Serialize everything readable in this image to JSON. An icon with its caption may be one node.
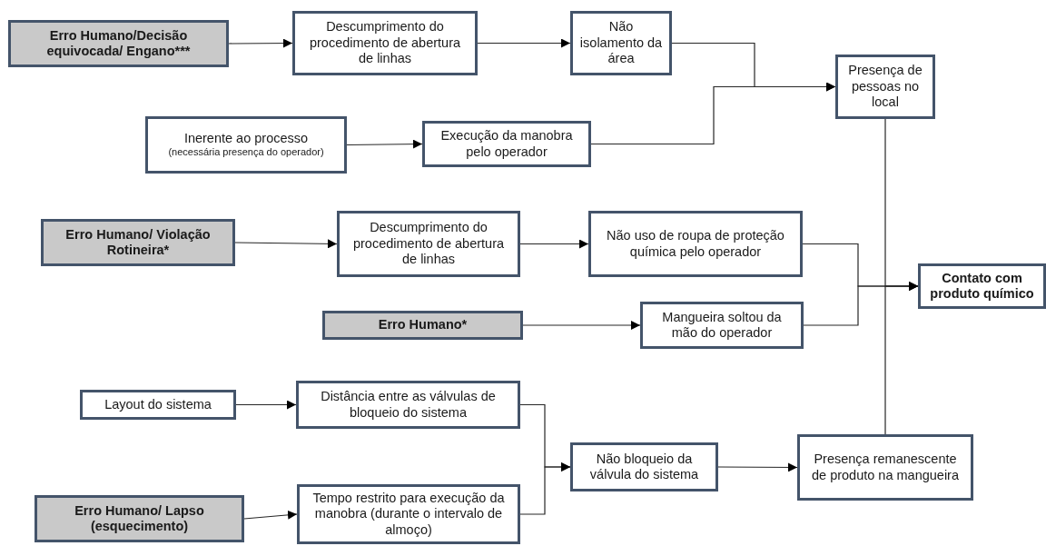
{
  "diagram": {
    "nodes": [
      {
        "text": [
          "Erro Humano/Decisão equivocada/ Engano***"
        ]
      },
      {
        "text": [
          "Descumprimento do procedimento de abertura de linhas"
        ]
      },
      {
        "text": [
          "Não isolamento da área"
        ]
      },
      {
        "text": [
          "Presença de pessoas no local"
        ]
      },
      {
        "text": [
          "Inerente ao processo",
          "(necessária presença do operador)"
        ]
      },
      {
        "text": [
          "Execução da manobra pelo operador"
        ]
      },
      {
        "text": [
          "Erro Humano/ Violação Rotineira*"
        ]
      },
      {
        "text": [
          "Descumprimento do procedimento de abertura de linhas"
        ]
      },
      {
        "text": [
          "Não uso de roupa de proteção química pelo operador"
        ]
      },
      {
        "text": [
          "Contato com produto químico"
        ]
      },
      {
        "text": [
          "Erro Humano*"
        ]
      },
      {
        "text": [
          "Mangueira soltou da mão do operador"
        ]
      },
      {
        "text": [
          "Layout do sistema"
        ]
      },
      {
        "text": [
          "Distância entre as válvulas de bloqueio do sistema"
        ]
      },
      {
        "text": [
          "Não bloqueio da válvula do sistema"
        ]
      },
      {
        "text": [
          "Presença remanescente de produto na mangueira"
        ]
      },
      {
        "text": [
          "Erro Humano/ Lapso (esquecimento)"
        ]
      },
      {
        "text": [
          "Tempo restrito para execução da manobra (durante o intervalo de almoço)"
        ]
      }
    ],
    "edges": [
      {
        "from": 0,
        "to": 1,
        "arrow": "to"
      },
      {
        "from": 1,
        "to": 2,
        "arrow": "to"
      },
      {
        "from": 2,
        "to": 3,
        "arrow": "to"
      },
      {
        "from": 4,
        "to": 5,
        "arrow": "to"
      },
      {
        "from": 5,
        "to": 3,
        "arrow": "to"
      },
      {
        "from": 6,
        "to": 7,
        "arrow": "to"
      },
      {
        "from": 7,
        "to": 8,
        "arrow": "to"
      },
      {
        "from": 8,
        "to": 9,
        "arrow": "to"
      },
      {
        "from": 10,
        "to": 11,
        "arrow": "to"
      },
      {
        "from": 11,
        "to": 9,
        "arrow": "to"
      },
      {
        "from": 3,
        "to": 9,
        "arrow": "to"
      },
      {
        "from": 15,
        "to": 9,
        "arrow": "to"
      },
      {
        "from": 12,
        "to": 13,
        "arrow": "to"
      },
      {
        "from": 13,
        "to": 14,
        "arrow": "to"
      },
      {
        "from": 16,
        "to": 17,
        "arrow": "to"
      },
      {
        "from": 17,
        "to": 14,
        "arrow": "to"
      },
      {
        "from": 14,
        "to": 15,
        "arrow": "to"
      }
    ]
  }
}
